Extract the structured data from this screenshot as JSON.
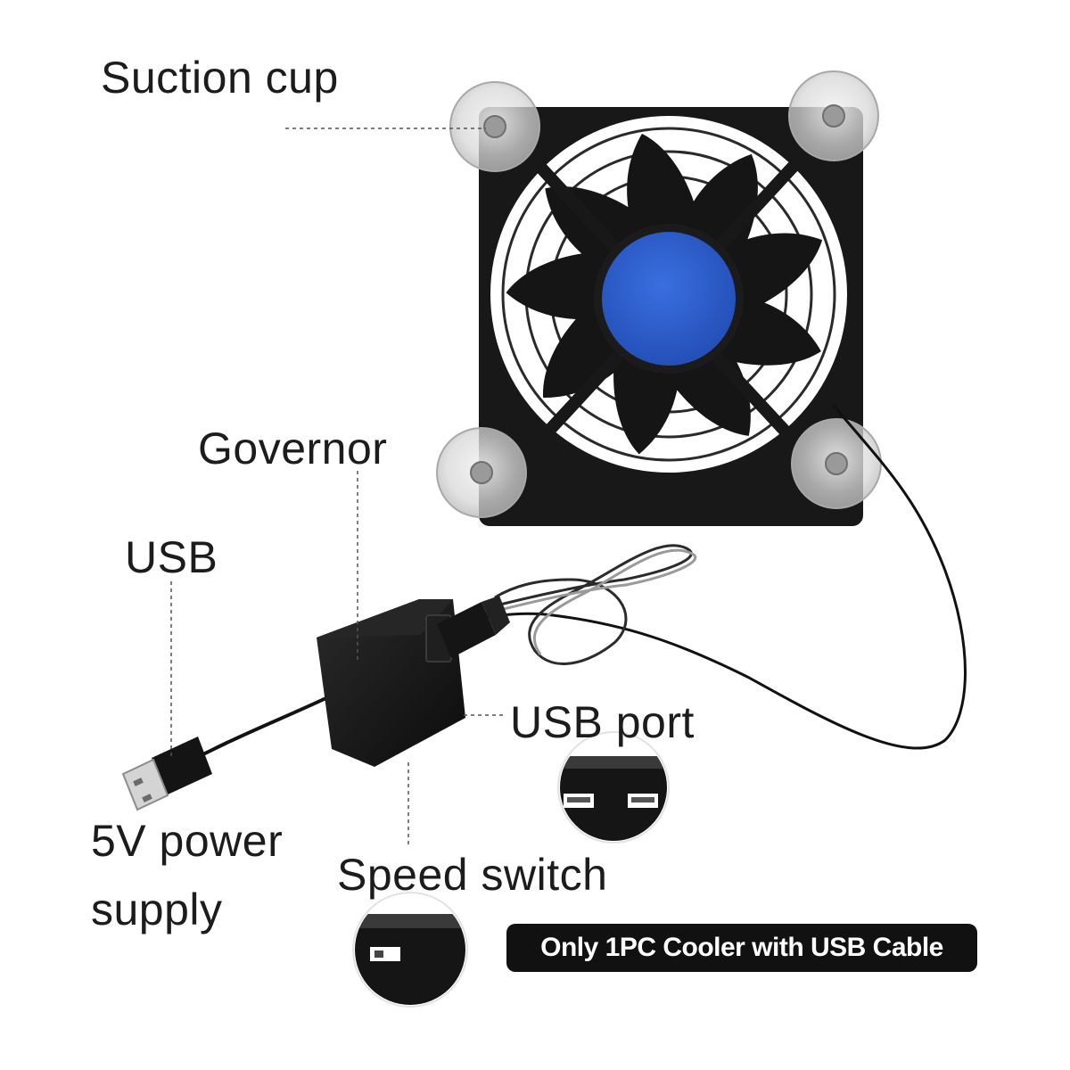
{
  "labels": {
    "suction_cup": "Suction cup",
    "governor": "Governor",
    "usb": "USB",
    "usb_port": "USB port",
    "power_line1": "5V power",
    "power_line2": "supply",
    "speed_switch": "Speed switch"
  },
  "badge": {
    "text": "Only 1PC Cooler with USB Cable"
  },
  "colors": {
    "fan_frame": "#1a1a1a",
    "fan_hub": "#2f5fd0",
    "badge_bg": "#111111",
    "label_text": "#1c1c1c"
  }
}
